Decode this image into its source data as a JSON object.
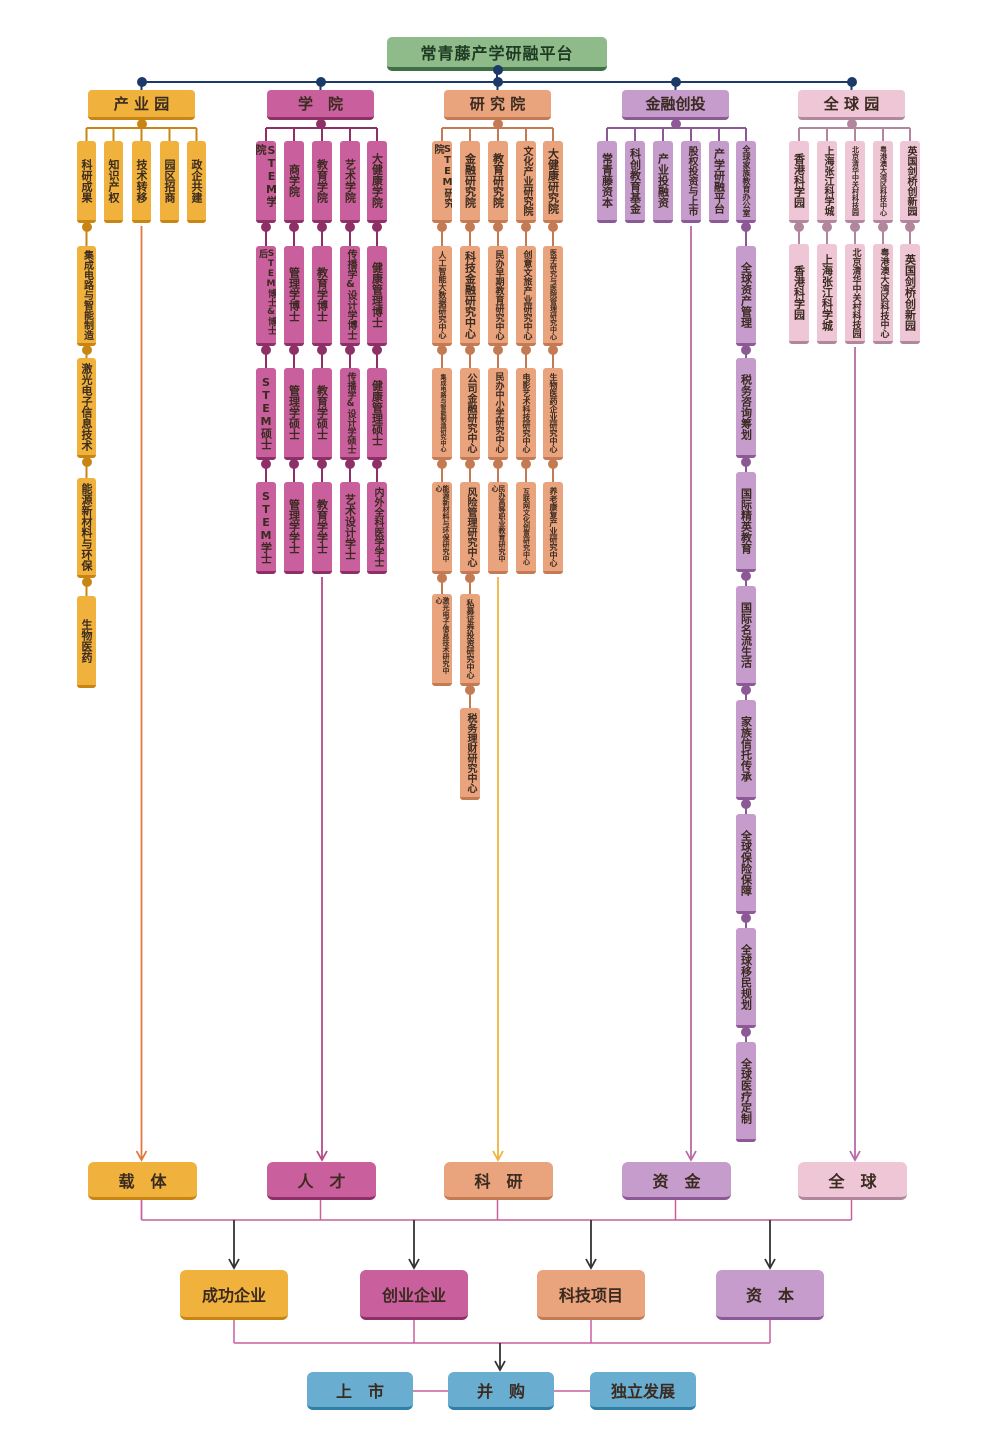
{
  "root": "常青藤产学研融平台",
  "columns": [
    {
      "id": "park",
      "header": "产 业 园",
      "result": "载　体",
      "color": "#f0b23c",
      "dark": "#c98514",
      "line": "#e07840",
      "cols": [
        [
          "科研成果",
          "集成电路与智能制造",
          "激光电子信息技术",
          "能源新材料与环保",
          "生物医药"
        ],
        [
          "知识产权"
        ],
        [
          "技术转移"
        ],
        [
          "园区招商"
        ],
        [
          "政企共建"
        ]
      ]
    },
    {
      "id": "college",
      "header": "学　院",
      "result": "人　才",
      "color": "#c95f9c",
      "dark": "#8e3067",
      "line": "#b44a84",
      "cols": [
        [
          "STEM学院",
          "STEM博士&博士后",
          "STEM硕士",
          "STEM学士"
        ],
        [
          "商学院",
          "管理学博士",
          "管理学硕士",
          "管理学学士"
        ],
        [
          "教育学院",
          "教育学博士",
          "教育学硕士",
          "教育学学士"
        ],
        [
          "艺术学院",
          "传播学&设计学博士",
          "传播学&设计学硕士",
          "艺术设计学士"
        ],
        [
          "大健康学院",
          "健康管理博士",
          "健康管理硕士",
          "内外全科医学学士"
        ]
      ]
    },
    {
      "id": "institute",
      "header": "研 究 院",
      "result": "科　研",
      "color": "#e9a37d",
      "dark": "#c47a53",
      "line": "#f0b23c",
      "cols": [
        [
          "STEM研究院",
          "人工智能大数据研究中心",
          "集成电路与智能制造研究中心",
          "能源新材料与环保研究中心",
          "激光电子信息技术研究中心"
        ],
        [
          "金融研究院",
          "科技金融研究中心",
          "公司金融研究中心",
          "风险管理研究中心",
          "私募证券投资研究中心",
          "税务理财研究中心"
        ],
        [
          "教育研究院",
          "民办早期教育研究中心",
          "民办中小学研究中心",
          "民办高等职业教育研究中心"
        ],
        [
          "文化产业研究院",
          "创意文旅产业研究中心",
          "电影艺术科技研究中心",
          "互联网文化创意研究中心"
        ],
        [
          "大健康研究院",
          "医学研究与医院管理研究中心",
          "生物医药企业研究中心",
          "养老康复产业研究中心"
        ]
      ]
    },
    {
      "id": "finance",
      "header": "金融创投",
      "result": "资　金",
      "color": "#c59ccc",
      "dark": "#8c5996",
      "line": "#b86aa6",
      "cols": [
        [
          "常青藤资本"
        ],
        [
          "科创教育基金"
        ],
        [
          "产业投融资"
        ],
        [
          "股权投资与上市"
        ],
        [
          "产学研融平台"
        ],
        [
          "全球家族教育办公室",
          "全球资产管理",
          "税务咨询筹划",
          "国际精英教育",
          "国际名流生活",
          "家族信托传承",
          "全球保险保障",
          "全球移民规划",
          "全球医疗定制"
        ]
      ]
    },
    {
      "id": "global",
      "header": "全 球 园",
      "result": "全　球",
      "color": "#eec6d5",
      "dark": "#b2869d",
      "line": "#b86aa6",
      "cols": [
        [
          "香港科学园",
          "香港科学园"
        ],
        [
          "上海张江科学城",
          "上海张江科学城"
        ],
        [
          "北京清华中关村科技园",
          "北京清华中关村科技园"
        ],
        [
          "粤港澳大湾区科技中心",
          "粤港澳大湾区科技中心"
        ],
        [
          "英国剑桥创新园",
          "英国剑桥创新园"
        ]
      ]
    }
  ],
  "outcomes": [
    {
      "label": "成功企业",
      "color": "#f0b23c",
      "dark": "#c98514"
    },
    {
      "label": "创业企业",
      "color": "#c95f9c",
      "dark": "#8e3067"
    },
    {
      "label": "科技项目",
      "color": "#e9a37d",
      "dark": "#c47a53"
    },
    {
      "label": "资　本",
      "color": "#c59ccc",
      "dark": "#8c5996"
    }
  ],
  "finals": [
    {
      "label": "上　市"
    },
    {
      "label": "并　购"
    },
    {
      "label": "独立发展"
    }
  ],
  "colors": {
    "root": "#8fbb8b",
    "final": "#69aed0",
    "final_dark": "#2f7fa6",
    "connector": "#c95f9c",
    "arrow": "#333333"
  }
}
